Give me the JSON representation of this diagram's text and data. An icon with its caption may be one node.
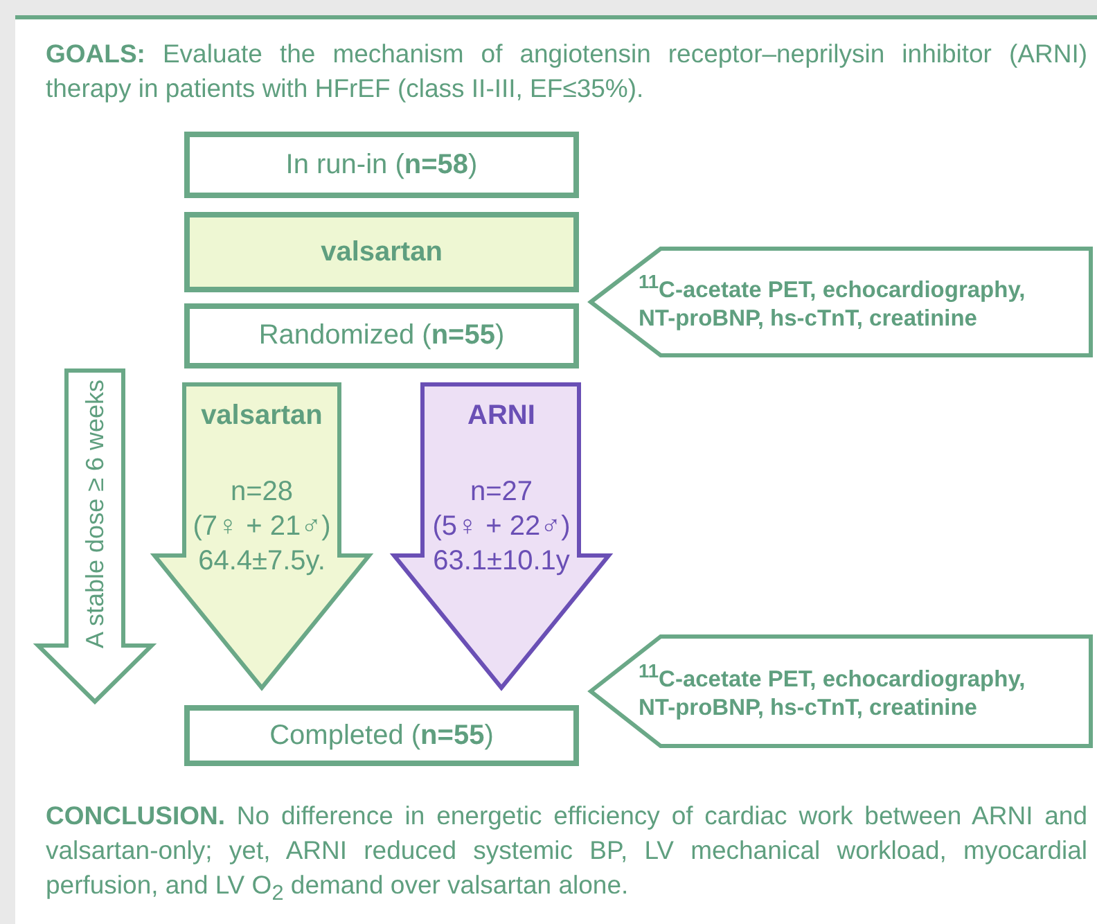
{
  "diagram": {
    "title": "**GOALS:** Evaluate the mechanism of angiotensin receptor–neprilysin inhibitor (ARNI) therapy in patients with HFrEF (class II-III, EF≤35%).",
    "caption": "**CONCLUSION.** No difference in energetic efficiency of cardiac work between ARNI and valsartan-only; yet, ARNI reduced systemic BP, LV mechanical workload, myocardial perfusion, and LV O$_{2}$ demand over valsartan alone.",
    "nodes": [
      {
        "text": [
          "In run-in (**n=58**)"
        ]
      },
      {
        "text": [
          "valsartan"
        ]
      },
      {
        "text": [
          "Randomized (**n=55**)"
        ]
      },
      {
        "text": [
          "valsartan",
          "n=28",
          "(7♀ + 21♂)",
          "64.4±7.5y."
        ]
      },
      {
        "text": [
          "ARNI",
          "n=27",
          "(5♀ + 22♂)",
          "63.1±10.1y"
        ]
      },
      {
        "text": [
          "Completed (**n=55**)"
        ]
      },
      {
        "text": [
          "$^{11}$C-acetate PET, echocardiography, NT-proBNP, hs-cTnT, creatinine"
        ]
      },
      {
        "text": [
          "$^{11}$C-acetate PET, echocardiography, NT-proBNP, hs-cTnT, creatinine"
        ]
      },
      {
        "text": [
          "A stable dose ≥ 6 weeks"
        ]
      }
    ],
    "edges": [
      {
        "from": 2,
        "to": 5,
        "arrow": "to"
      },
      {
        "from": 2,
        "to": 5,
        "arrow": "to",
        "color": "#6a4fb5"
      }
    ]
  }
}
